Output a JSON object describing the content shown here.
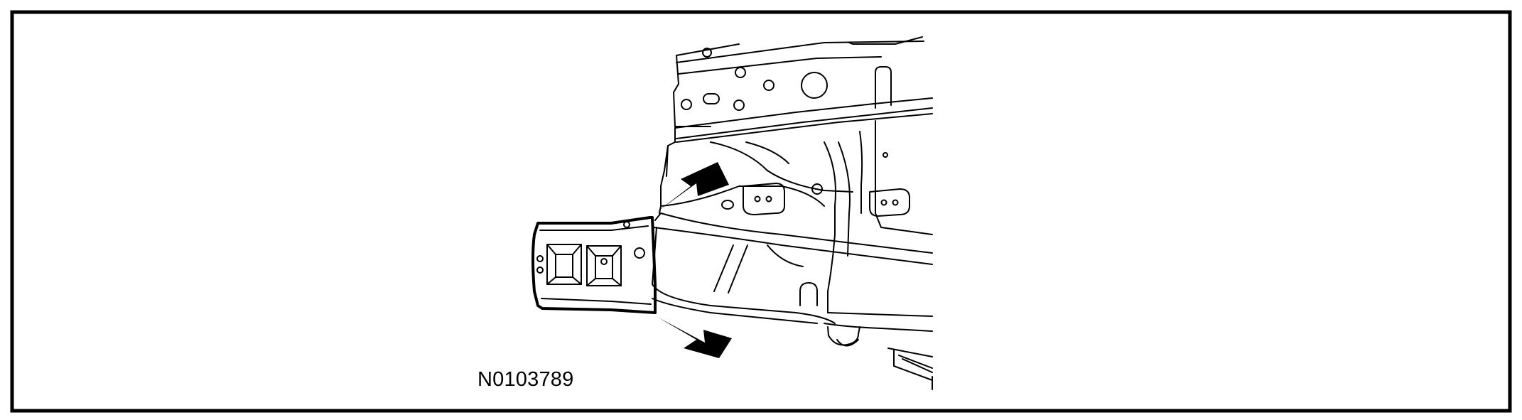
{
  "figure": {
    "id_label": "N0103789",
    "line_color": "#000000",
    "background": "#ffffff"
  },
  "components": [
    {
      "name": "vehicle-body-structure",
      "icon": "frame-rail-outline"
    },
    {
      "name": "frame-rail-section",
      "icon": "bracket-with-rectangular-openings"
    },
    {
      "name": "indicator-arrows",
      "icon": "arrow-icon",
      "count": 2
    }
  ]
}
